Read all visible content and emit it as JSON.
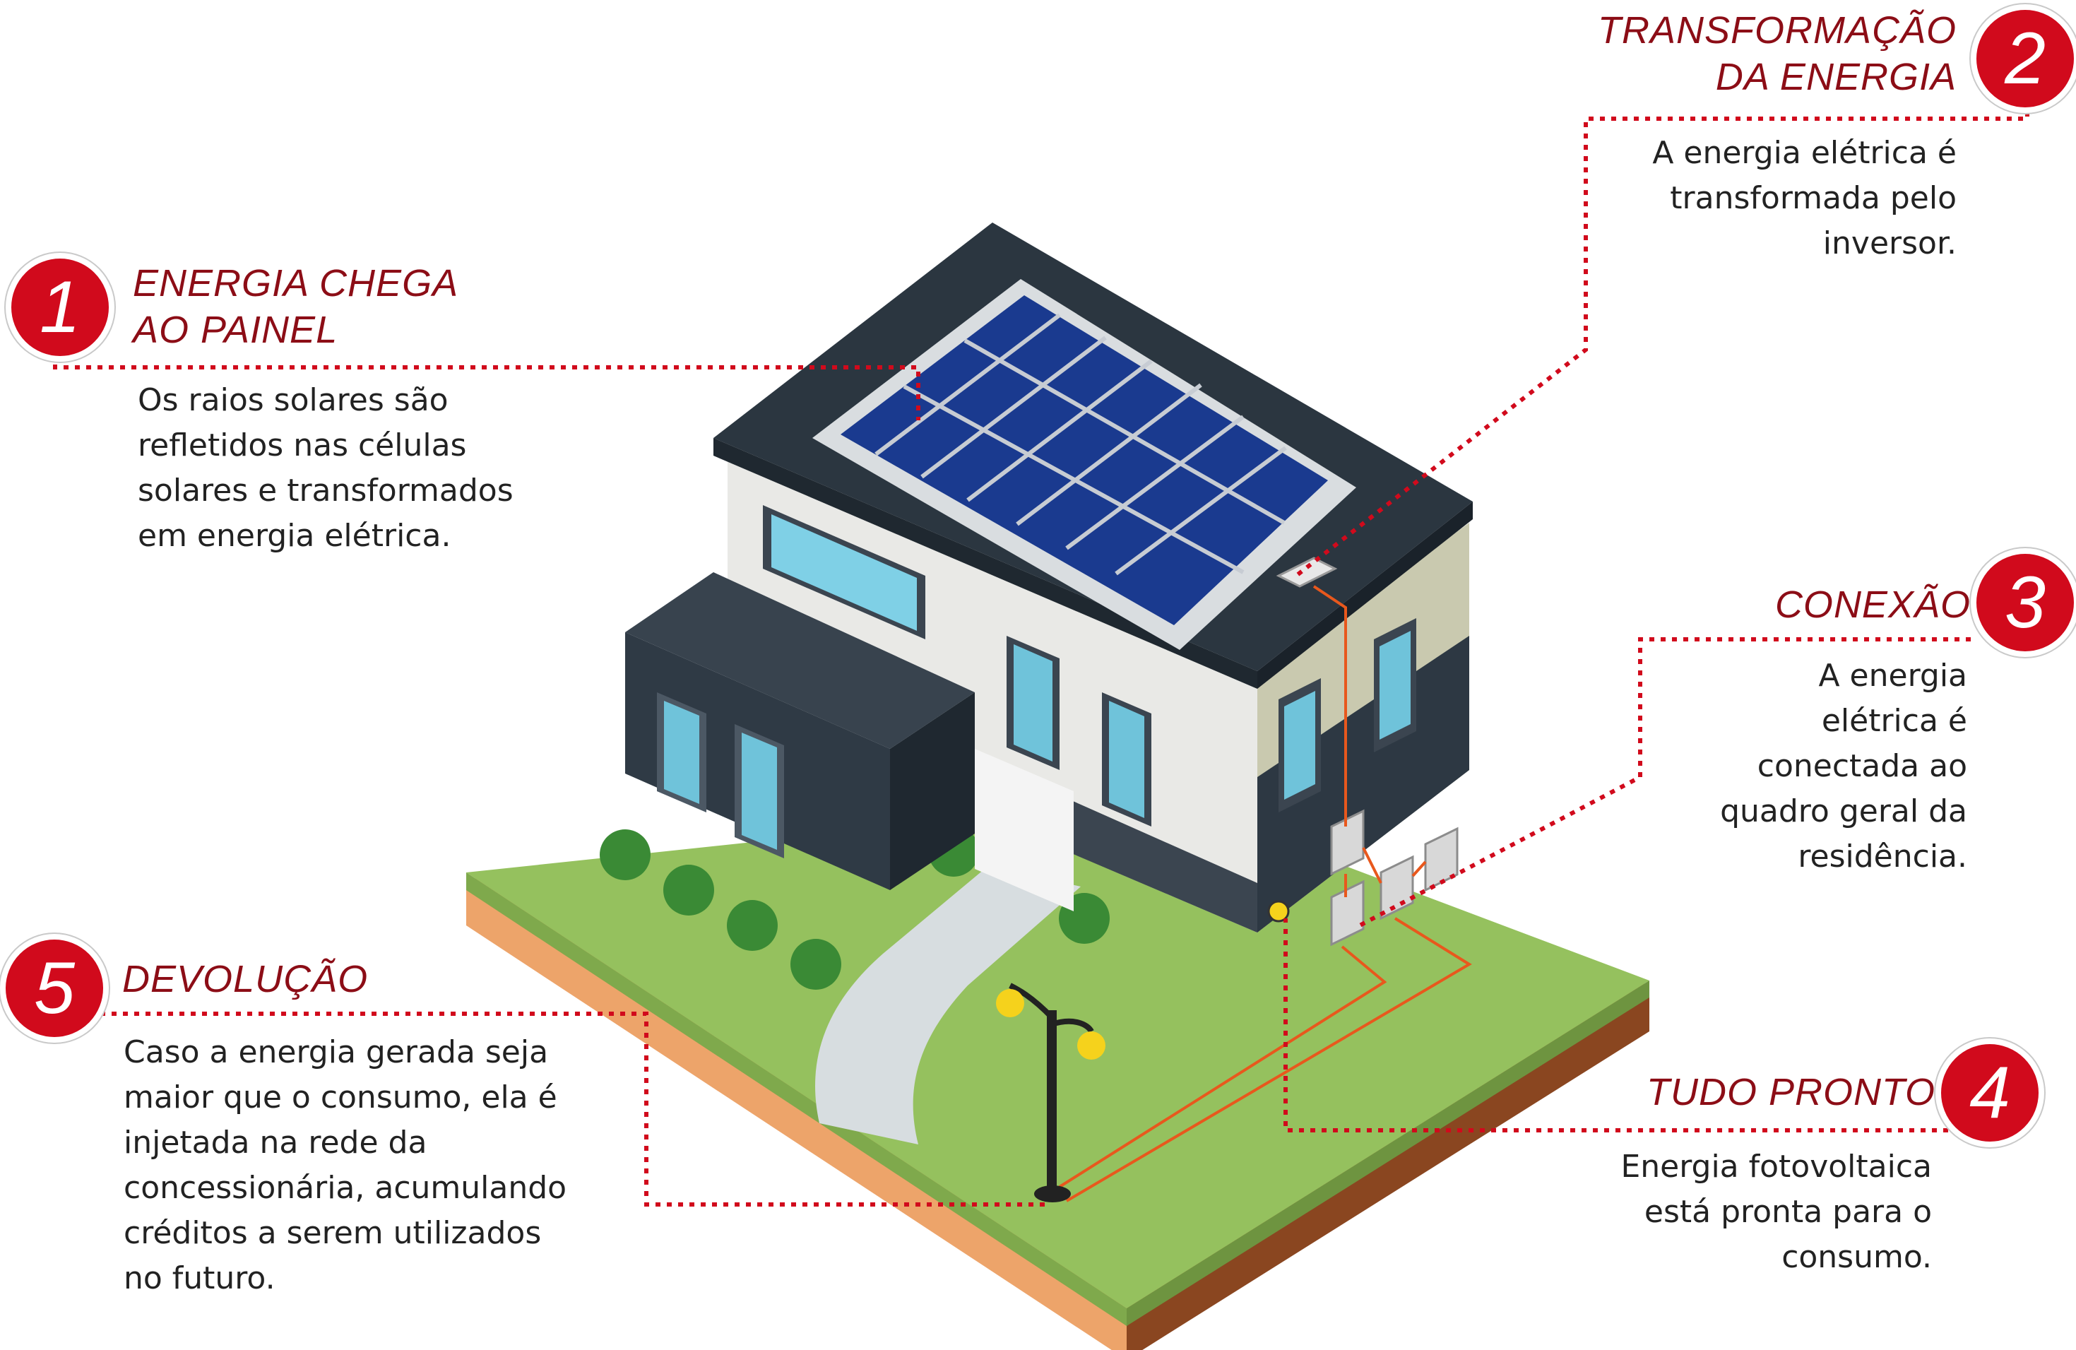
{
  "colors": {
    "accent": "#d10a1c",
    "title": "#8c0d16",
    "text": "#222222",
    "grass": "#95c15e",
    "soil": "#eda46a",
    "roof": "#2b3640",
    "panel": "#1a3a8f"
  },
  "steps": [
    {
      "number": "1",
      "title_lines": [
        "ENERGIA  CHEGA",
        "AO PAINEL"
      ],
      "description_lines": [
        "Os raios solares são",
        "refletidos nas células",
        "solares e transformados",
        "em energia elétrica."
      ]
    },
    {
      "number": "2",
      "title_lines": [
        "TRANSFORMAÇÃO",
        "DA ENERGIA"
      ],
      "description_lines": [
        "A energia elétrica é",
        "transformada pelo",
        "inversor."
      ]
    },
    {
      "number": "3",
      "title_lines": [
        "CONEXÃO"
      ],
      "description_lines": [
        "A energia",
        "elétrica é",
        "conectada ao",
        "quadro geral da",
        "residência."
      ]
    },
    {
      "number": "4",
      "title_lines": [
        "TUDO PRONTO"
      ],
      "description_lines": [
        "Energia fotovoltaica",
        "está pronta para o",
        "consumo."
      ]
    },
    {
      "number": "5",
      "title_lines": [
        "DEVOLUÇÃO"
      ],
      "description_lines": [
        "Caso a energia gerada seja",
        "maior que o consumo, ela é",
        "injetada na rede da",
        "concessionária, acumulando",
        "créditos a serem utilizados",
        "no futuro."
      ]
    }
  ]
}
